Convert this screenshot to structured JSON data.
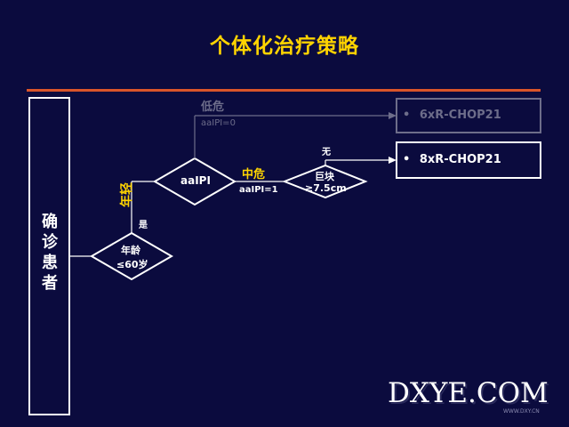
{
  "slide": {
    "title": "个体化治疗策略",
    "patient_label": "确诊患者",
    "age_young_label": "年轻",
    "age_yes_label": "是",
    "age_node": [
      "年龄",
      "≤60岁"
    ],
    "aaipi_node": "aaIPI",
    "low_risk_label": "低危",
    "low_risk_sub": "aaIPI=0",
    "mid_risk_label": "中危",
    "mid_risk_sub": "aaIPI=1",
    "bulk_node": [
      "巨块",
      "≥7.5cm"
    ],
    "no_bulk_label": "无",
    "treatment_low": "6xR-CHOP21",
    "treatment_main": "8xR-CHOP21",
    "bullet": "•",
    "watermark": "DXYE.COM",
    "watermark_url": "WWW.DXY.CN"
  },
  "colors": {
    "background": "#0b0b3e",
    "title": "#ffd400",
    "rule": "#d9552a",
    "line": "#ffffff",
    "faded": "#6d6d8a",
    "yellow": "#ffd400"
  }
}
